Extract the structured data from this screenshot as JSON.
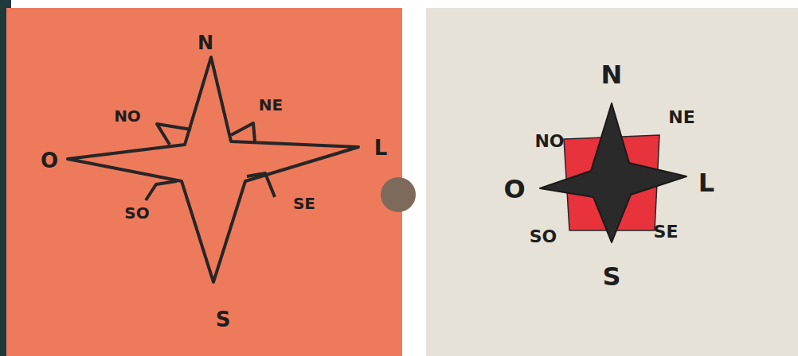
{
  "diagram": {
    "labels": [
      "N",
      "NO",
      "NE",
      "O",
      "L",
      "SO",
      "SE",
      "S",
      "N",
      "NO",
      "NE",
      "O",
      "L",
      "SO",
      "SE",
      "S"
    ]
  }
}
